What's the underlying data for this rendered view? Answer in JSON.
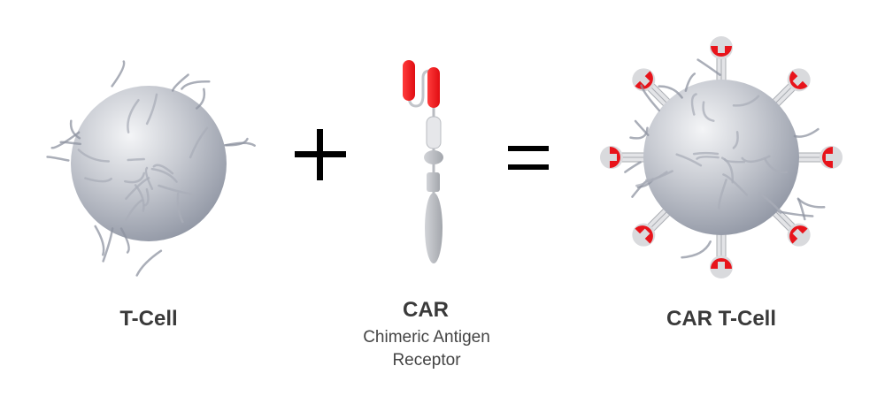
{
  "diagram": {
    "operators": {
      "plus": "+",
      "equals": "="
    },
    "labels": {
      "t_cell": "T-Cell",
      "car": "CAR",
      "car_subtitle_line1": "Chimeric Antigen",
      "car_subtitle_line2": "Receptor",
      "car_t_cell": "CAR T-Cell"
    },
    "colors": {
      "receptor_red": "#e8141b",
      "cell_gray": "#b9bdc6",
      "text": "#3a3a3a"
    }
  }
}
